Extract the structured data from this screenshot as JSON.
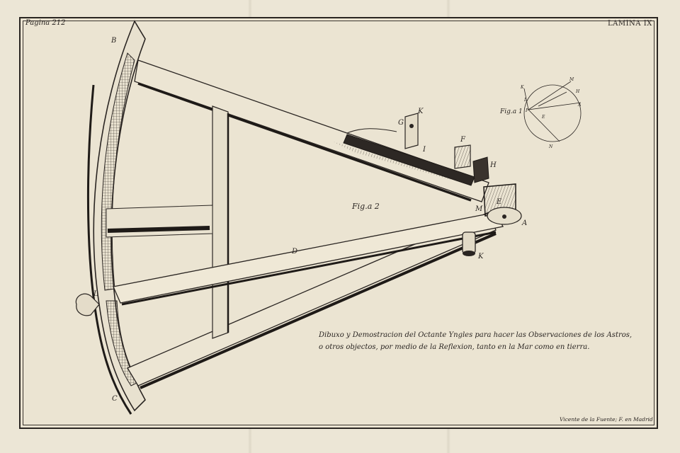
{
  "plate": {
    "page_number": "Pagina 212",
    "plate_title": "LAMINA IX",
    "caption_line1": "Dibuxo y Demostracion del Octante Yngles para hacer las Observaciones de los Astros,",
    "caption_line2": "o otros objectos, por medio de la Reflexion, tanto en la Mar como en tierra.",
    "engraver_credit": "Vicente de la Fuente; F. en Madrid"
  },
  "figure_main": {
    "label": "Fig.a 2",
    "letters": {
      "B": "B",
      "L": "L",
      "C": "C",
      "D": "D",
      "I": "I",
      "K_top": "K",
      "G": "G",
      "F": "F",
      "H": "H",
      "E": "E",
      "M": "M",
      "A": "A",
      "K_low": "K"
    }
  },
  "figure_small": {
    "label": "Fig.a 1",
    "letters": {
      "M": "M",
      "H": "H",
      "A": "A",
      "K": "K",
      "L": "L",
      "N": "N",
      "P": "P",
      "E": "E"
    }
  },
  "colors": {
    "paper": "#ebe4d2",
    "ink": "#2a2522"
  }
}
